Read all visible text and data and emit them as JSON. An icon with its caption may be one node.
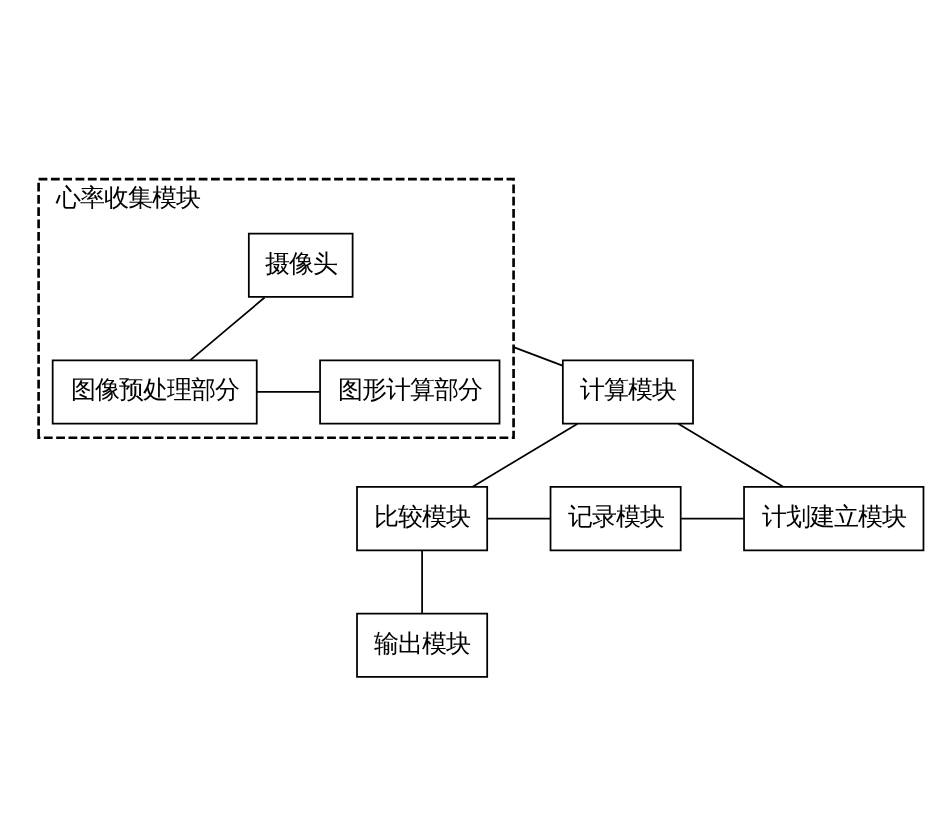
{
  "diagram": {
    "nodes": [
      {
        "text": [
          "心率收集模块"
        ]
      },
      {
        "text": [
          "摄像头"
        ],
        "in": 0
      },
      {
        "text": [
          "图像预处理部分"
        ],
        "in": 0
      },
      {
        "text": [
          "图形计算部分"
        ],
        "in": 0
      },
      {
        "text": [
          "计算模块"
        ]
      },
      {
        "text": [
          "比较模块"
        ]
      },
      {
        "text": [
          "记录模块"
        ]
      },
      {
        "text": [
          "计划建立模块"
        ]
      },
      {
        "text": [
          "输出模块"
        ]
      }
    ],
    "edges": [
      {
        "from": 1,
        "to": 2,
        "arrow": "none"
      },
      {
        "from": 2,
        "to": 3,
        "arrow": "none"
      },
      {
        "from": 0,
        "to": 4,
        "arrow": "none"
      },
      {
        "from": 4,
        "to": 5,
        "arrow": "none"
      },
      {
        "from": 4,
        "to": 7,
        "arrow": "none"
      },
      {
        "from": 5,
        "to": 6,
        "arrow": "none"
      },
      {
        "from": 6,
        "to": 7,
        "arrow": "none"
      },
      {
        "from": 5,
        "to": 8,
        "arrow": "none"
      }
    ]
  }
}
